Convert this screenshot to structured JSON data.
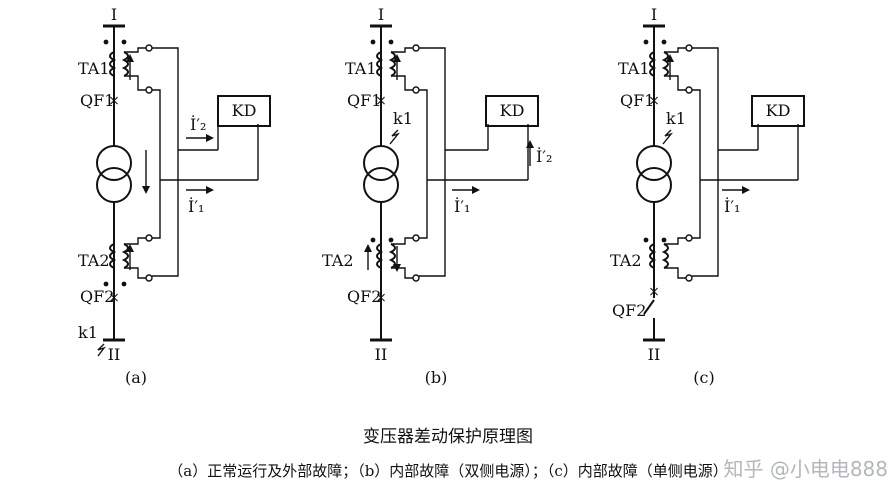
{
  "title": "变压器差动保护原理图",
  "subtitle": "（a）正常运行及外部故障；（b）内部故障（双侧电源）；（c）内部故障（单侧电源）",
  "watermark": "知乎 @小电电888",
  "panels": [
    {
      "id": "a",
      "caption": "(a)",
      "bus_top": "I",
      "bus_bottom": "II",
      "ta1": "TA1",
      "qf1": "QF1",
      "ta2": "TA2",
      "qf2": "QF2",
      "relay": "KD",
      "fault": "k1",
      "i1": "İ′₁",
      "i2": "İ′₂"
    },
    {
      "id": "b",
      "caption": "(b)",
      "bus_top": "I",
      "bus_bottom": "II",
      "ta1": "TA1",
      "qf1": "QF1",
      "ta2": "TA2",
      "qf2": "QF2",
      "relay": "KD",
      "fault": "k1",
      "i1": "İ′₁",
      "i2": "İ′₂"
    },
    {
      "id": "c",
      "caption": "(c)",
      "bus_top": "I",
      "bus_bottom": "II",
      "ta1": "TA1",
      "qf1": "QF1",
      "ta2": "TA2",
      "qf2": "QF2",
      "relay": "KD",
      "fault": "k1",
      "i1": "İ′₁"
    }
  ]
}
